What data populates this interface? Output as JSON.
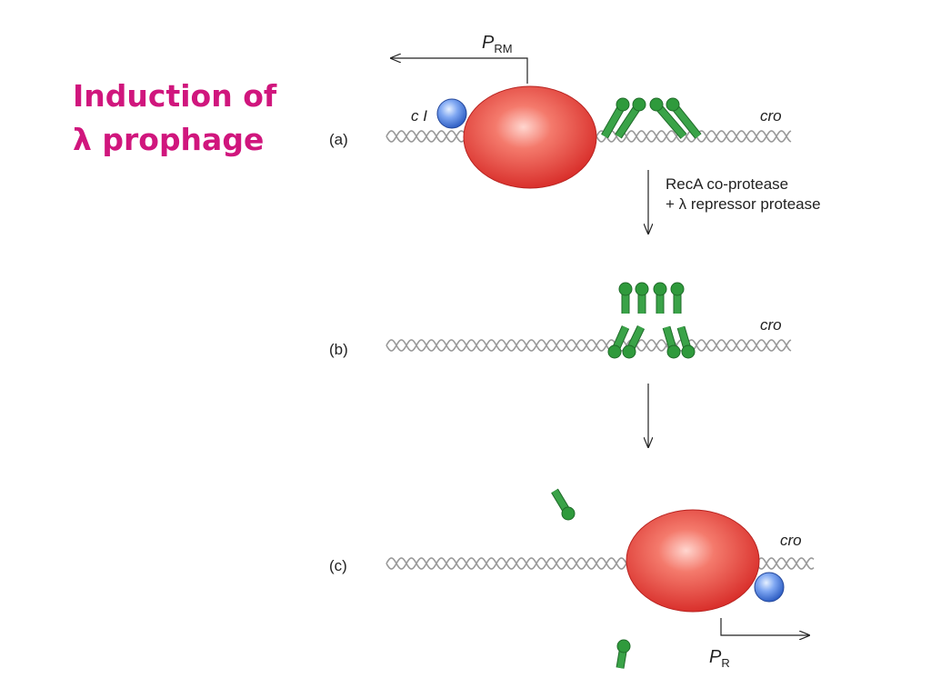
{
  "title": {
    "line1": "Induction of",
    "line2": "λ prophage"
  },
  "panels": {
    "a": {
      "label": "(a)",
      "gene_left": "c I",
      "gene_right": "cro",
      "promoter_main": "P",
      "promoter_sub": "RM"
    },
    "b": {
      "label": "(b)",
      "gene_right": "cro"
    },
    "c": {
      "label": "(c)",
      "gene_right": "cro",
      "promoter_main": "P",
      "promoter_sub": "R"
    }
  },
  "transition": {
    "line1": "RecA co-protease",
    "line2": "+ λ repressor protease"
  },
  "colors": {
    "title": "#d0167d",
    "rna_polymerase": "#e8423f",
    "activator": "#4f7fe0",
    "repressor": "#2f9a3c",
    "dna": "#9a9a9a"
  }
}
